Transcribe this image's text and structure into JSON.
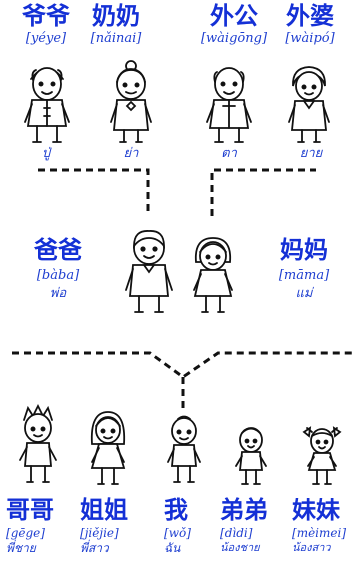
{
  "colors": {
    "text": "#1430d6",
    "line": "#111111"
  },
  "grandparents": [
    {
      "id": "yeye",
      "hanzi": "爷爷",
      "pinyin": "yéye",
      "thai": "ปู่",
      "icon": "grandfather-icon"
    },
    {
      "id": "nainai",
      "hanzi": "奶奶",
      "pinyin": "nǎinai",
      "thai": "ย่า",
      "icon": "grandmother-icon"
    },
    {
      "id": "waigong",
      "hanzi": "外公",
      "pinyin": "wàigōng",
      "thai": "ตา",
      "icon": "grandfather-icon"
    },
    {
      "id": "waipo",
      "hanzi": "外婆",
      "pinyin": "wàipó",
      "thai": "ยาย",
      "icon": "grandmother-icon"
    }
  ],
  "parents": [
    {
      "id": "baba",
      "hanzi": "爸爸",
      "pinyin": "bàba",
      "thai": "พ่อ",
      "icon": "father-icon"
    },
    {
      "id": "mama",
      "hanzi": "妈妈",
      "pinyin": "māma",
      "thai": "แม่",
      "icon": "mother-icon"
    }
  ],
  "siblings": [
    {
      "id": "gege",
      "hanzi": "哥哥",
      "pinyin": "gēge",
      "thai": "พี่ชาย",
      "icon": "boy-icon"
    },
    {
      "id": "jiejie",
      "hanzi": "姐姐",
      "pinyin": "jiějie",
      "thai": "พี่สาว",
      "icon": "girl-icon"
    },
    {
      "id": "wo",
      "hanzi": "我",
      "pinyin": "wǒ",
      "thai": "ฉัน",
      "icon": "child-icon"
    },
    {
      "id": "didi",
      "hanzi": "弟弟",
      "pinyin": "dìdi",
      "thai": "น้องชาย",
      "icon": "small-boy-icon"
    },
    {
      "id": "meimei",
      "hanzi": "妹妹",
      "pinyin": "mèimei",
      "thai": "น้องสาว",
      "icon": "small-girl-icon"
    }
  ]
}
